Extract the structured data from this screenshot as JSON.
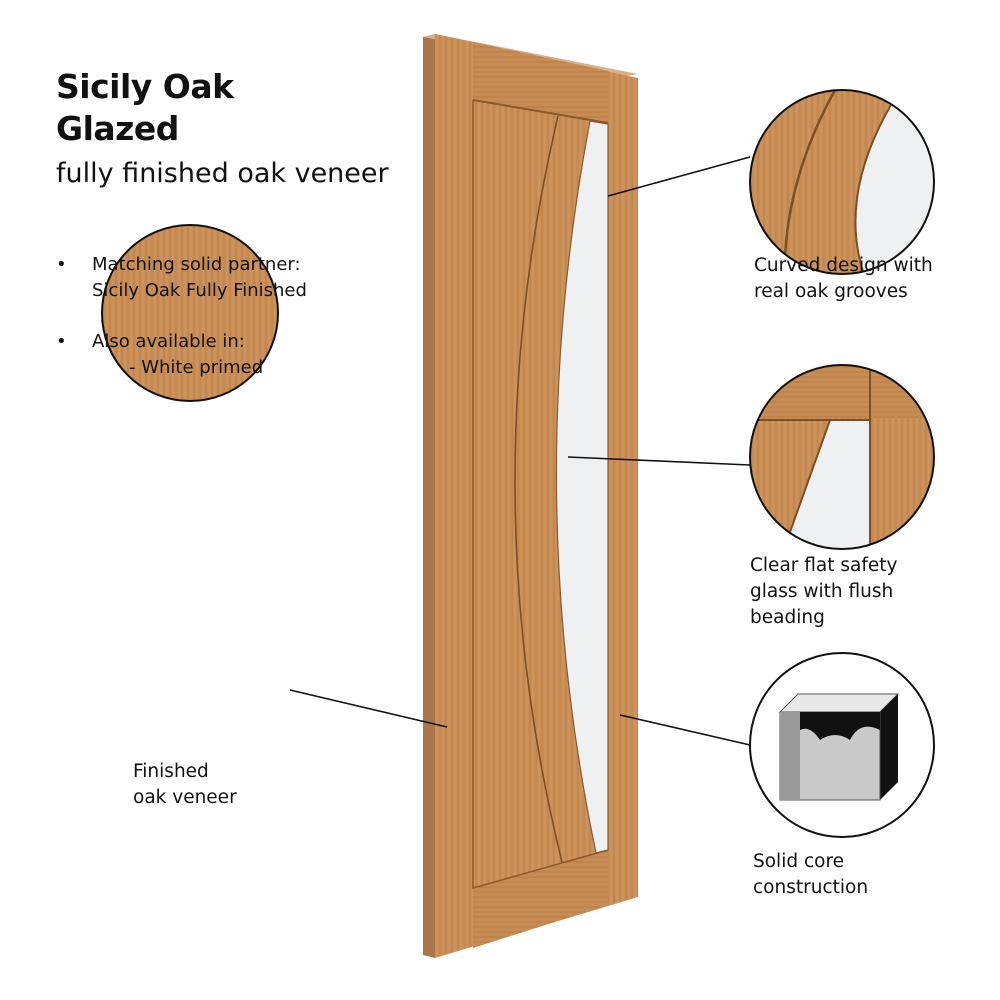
{
  "product": {
    "title_line1": "Sicily Oak",
    "title_line2": "Glazed",
    "subtitle": "fully finished oak veneer"
  },
  "bullets": [
    {
      "line1": "Matching solid partner:",
      "line2": "Sicily Oak Fully Finished"
    },
    {
      "line1": "Also available in:",
      "line2": "- White primed"
    }
  ],
  "bullet_char": "•",
  "callouts": {
    "curved": {
      "line1": "Curved design with",
      "line2": "real oak grooves"
    },
    "glass": {
      "line1": "Clear flat safety",
      "line2": "glass with flush",
      "line3": "beading"
    },
    "core": {
      "line1": "Solid core",
      "line2": "construction"
    },
    "veneer": {
      "line1": "Finished",
      "line2": "oak veneer"
    }
  },
  "colors": {
    "oak": "#c88e55",
    "oak_dark": "#a86f3c",
    "edge": "#b07a4c",
    "glass": "#eef0f2"
  }
}
